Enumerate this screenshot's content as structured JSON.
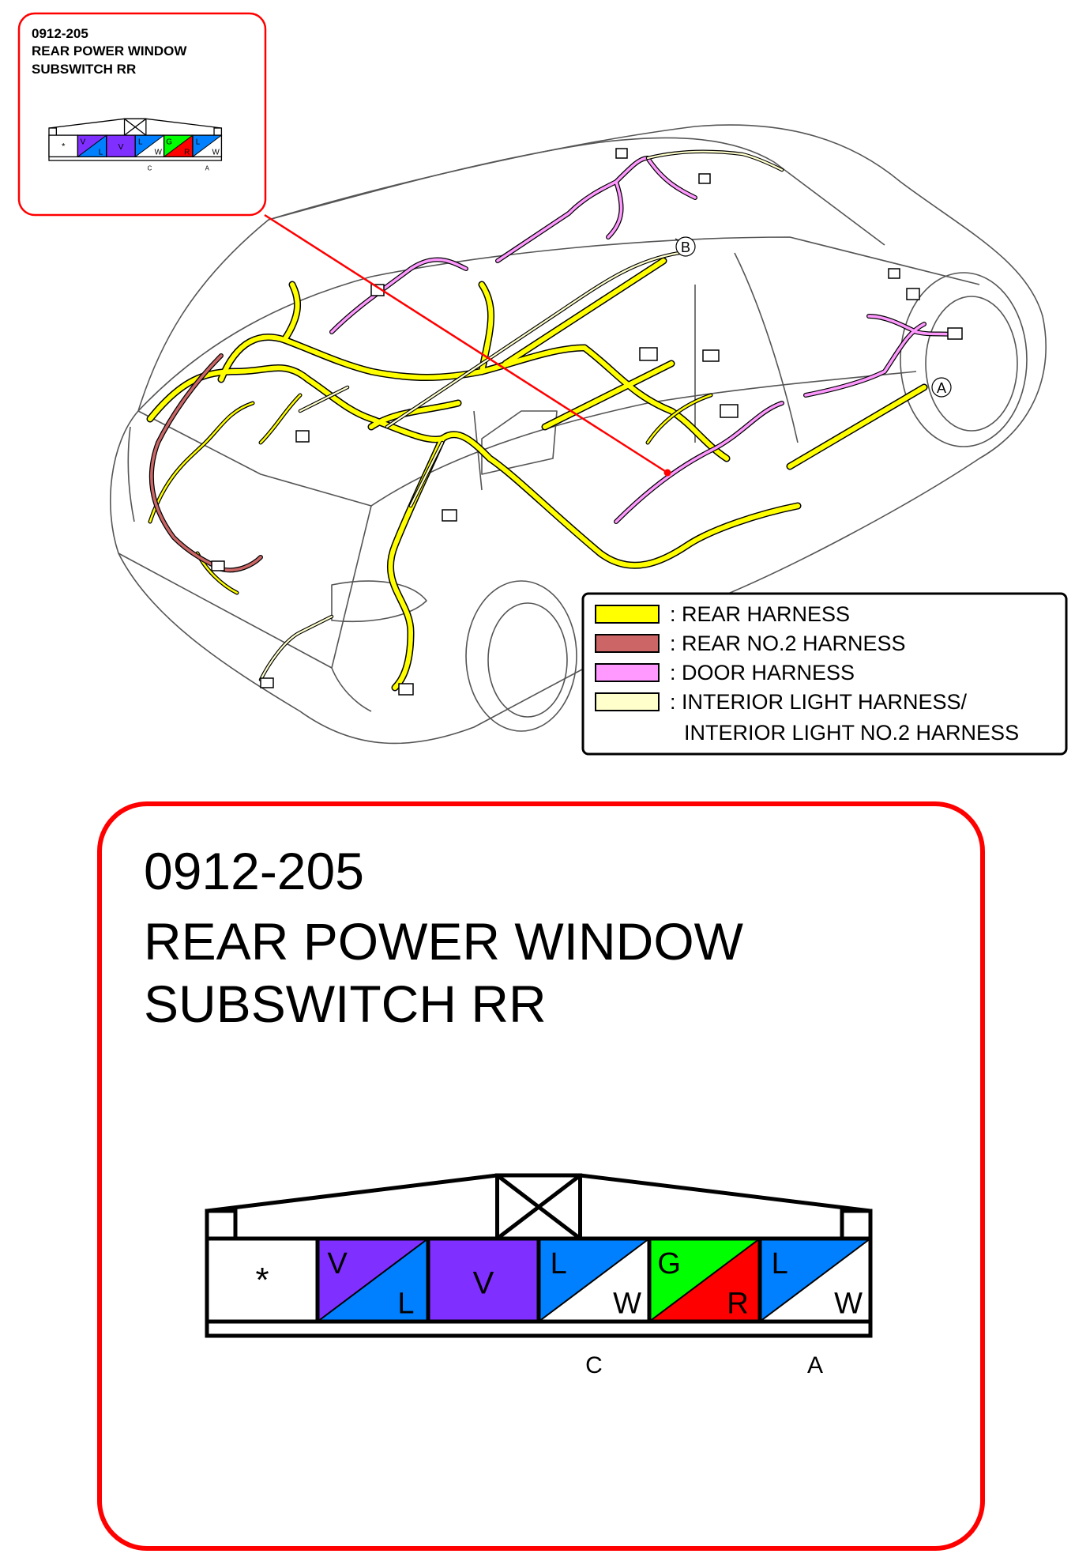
{
  "inset": {
    "code": "0912-205",
    "title_line1": "REAR POWER WINDOW",
    "title_line2": "SUBSWITCH RR"
  },
  "callouts": {
    "b": "B",
    "a": "A"
  },
  "legend": {
    "items": [
      {
        "label": ": REAR HARNESS",
        "color": "#ffff00"
      },
      {
        "label": ": REAR NO.2 HARNESS",
        "color": "#cc6666"
      },
      {
        "label": ": DOOR HARNESS",
        "color": "#ff99ff"
      },
      {
        "label": ": INTERIOR LIGHT HARNESS/",
        "color": "#ffffcc"
      }
    ],
    "continuation": "INTERIOR LIGHT NO.2 HARNESS"
  },
  "detail": {
    "code": "0912-205",
    "title_line1": "REAR POWER WINDOW",
    "title_line2": "SUBSWITCH RR"
  },
  "connector": {
    "pins": [
      {
        "type": "empty",
        "label": "*"
      },
      {
        "type": "split",
        "top": "V",
        "bottom": "L",
        "top_color": "#7f2fff",
        "bottom_color": "#0080ff"
      },
      {
        "type": "solid",
        "label": "V",
        "color": "#7f2fff"
      },
      {
        "type": "split",
        "top": "L",
        "bottom": "W",
        "top_color": "#0080ff",
        "bottom_color": "#ffffff"
      },
      {
        "type": "split",
        "top": "G",
        "bottom": "R",
        "top_color": "#00ff00",
        "bottom_color": "#ff0000"
      },
      {
        "type": "split",
        "top": "L",
        "bottom": "W",
        "top_color": "#0080ff",
        "bottom_color": "#ffffff"
      }
    ],
    "markers": [
      {
        "pin": 4,
        "label": "C"
      },
      {
        "pin": 6,
        "label": "A"
      }
    ]
  },
  "colors": {
    "callout_border": "#ff0000",
    "rear_harness": "#ffff00",
    "rear_no2_harness": "#cc6666",
    "door_harness": "#ff99ff",
    "interior_light_harness": "#ffffcc"
  }
}
